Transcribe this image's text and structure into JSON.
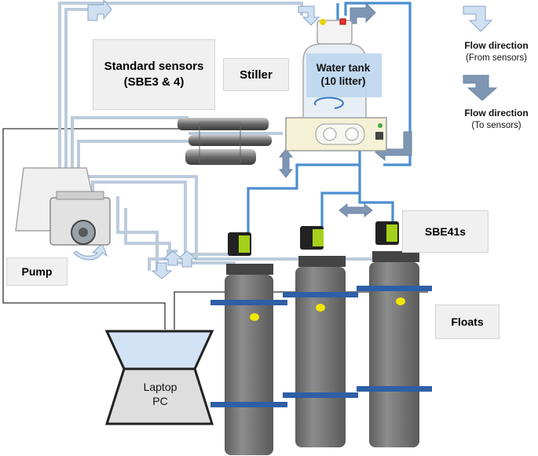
{
  "labels": {
    "standard_sensors": "Standard sensors (SBE3 & 4)",
    "stiller": "Stiller",
    "water_tank_line1": "Water tank",
    "water_tank_line2": "(10 litter)",
    "pump": "Pump",
    "sbe41s": "SBE41s",
    "floats": "Floats",
    "laptop_line1": "Laptop",
    "laptop_line2": "PC"
  },
  "legend": {
    "from_sensors_title": "Flow direction",
    "from_sensors_sub": "(From sensors)",
    "to_sensors_title": "Flow direction",
    "to_sensors_sub": "(To sensors)"
  },
  "colors": {
    "pipe_light": "#bccbdc",
    "pipe_blue": "#4b8fd0",
    "arrow_from": "#cfe0f2",
    "arrow_to": "#7f96b3",
    "float_body": "#7b7b7b",
    "float_band": "#2e5fa6",
    "float_sensor": "#a4d11a",
    "label_box": "#f0f0f0"
  }
}
